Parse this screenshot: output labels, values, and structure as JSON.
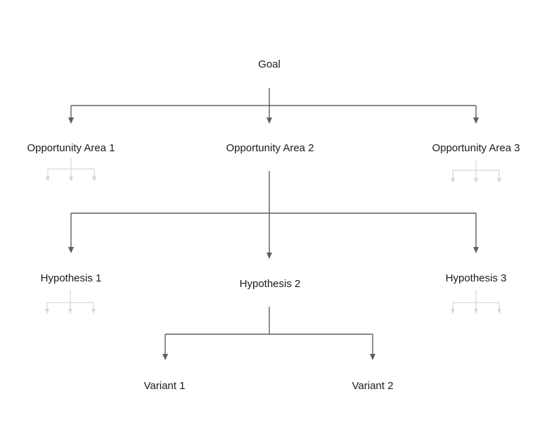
{
  "nodes": {
    "goal": "Goal",
    "opportunity_area_1": "Opportunity Area 1",
    "opportunity_area_2": "Opportunity Area 2",
    "opportunity_area_3": "Opportunity Area 3",
    "hypothesis_1": "Hypothesis 1",
    "hypothesis_2": "Hypothesis 2",
    "hypothesis_3": "Hypothesis 3",
    "variant_1": "Variant 1",
    "variant_2": "Variant 2"
  },
  "colors": {
    "connector": "#5f5f5f",
    "collapsed_connector": "#d6d6d6",
    "text": "#1a1a1a"
  }
}
